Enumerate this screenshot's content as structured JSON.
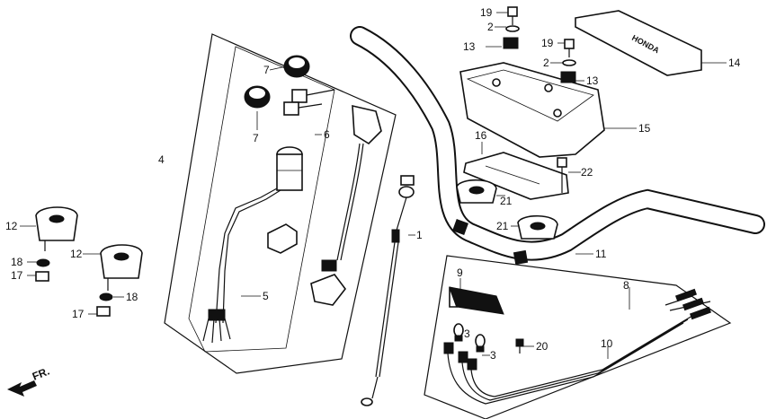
{
  "callouts": {
    "c1": "1",
    "c2a": "2",
    "c2b": "2",
    "c3a": "3",
    "c3b": "3",
    "c4": "4",
    "c5": "5",
    "c6": "6",
    "c7a": "7",
    "c7b": "7",
    "c8": "8",
    "c9": "9",
    "c10": "10",
    "c11": "11",
    "c12a": "12",
    "c12b": "12",
    "c13a": "13",
    "c13b": "13",
    "c14": "14",
    "c15": "15",
    "c16": "16",
    "c17a": "17",
    "c17b": "17",
    "c18a": "18",
    "c18b": "18",
    "c19a": "19",
    "c19b": "19",
    "c20": "20",
    "c21a": "21",
    "c21b": "21",
    "c22": "22"
  },
  "direction_marker": "FR.",
  "cover_brand": "HONDA"
}
